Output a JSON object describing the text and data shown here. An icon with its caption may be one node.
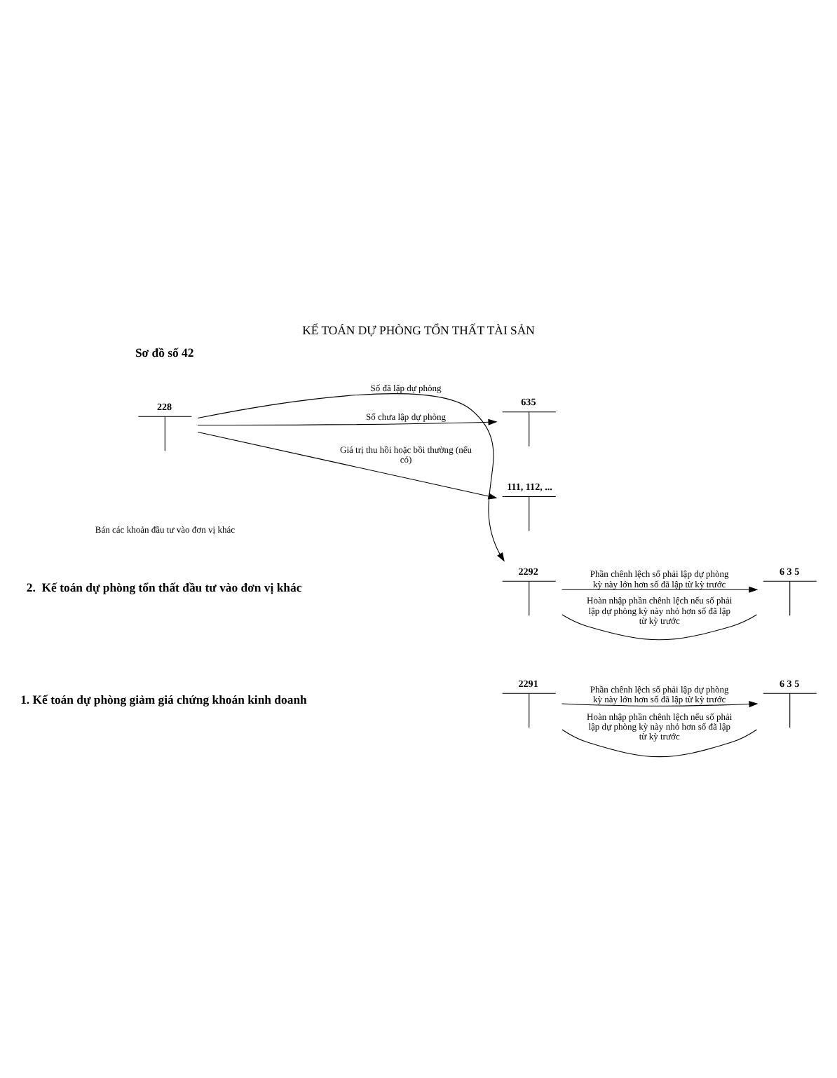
{
  "diagram": {
    "title": "KẾ TOÁN DỰ PHÒNG TỔN THẤT TÀI SẢN",
    "nodes": [
      {
        "text": [
          "2291"
        ]
      },
      {
        "text": [
          "6 3 5"
        ]
      },
      {
        "text": [
          "2292"
        ]
      },
      {
        "text": [
          "6 3 5"
        ]
      },
      {
        "text": [
          "228"
        ]
      },
      {
        "text": [
          "635"
        ]
      },
      {
        "text": [
          "111, 112, ..."
        ]
      }
    ],
    "edges": [
      {
        "from": 0,
        "to": 1,
        "arrow": "to",
        "label": "Phần chênh lệch số phải lập dự phòng kỳ này lớn hơn số đã lập từ kỳ trước"
      },
      {
        "from": 1,
        "to": 0,
        "arrow": "none",
        "label": "Hoàn nhập phần chênh lệch nếu số phải lập dự phòng kỳ này nhỏ hơn số đã lập từ kỳ trước"
      },
      {
        "from": 2,
        "to": 3,
        "arrow": "to",
        "label": "Phần chênh lệch số phải lập dự phòng kỳ này lớn hơn số đã lập từ kỳ trước"
      },
      {
        "from": 3,
        "to": 2,
        "arrow": "none",
        "label": "Hoàn nhập phần chênh lệch nếu số phải lập dự phòng kỳ này nhỏ hơn số đã lập từ kỳ trước"
      },
      {
        "from": 4,
        "to": 2,
        "arrow": "to",
        "label": "Số đã lập dự phòng"
      },
      {
        "from": 4,
        "to": 5,
        "arrow": "to",
        "label": "Số chưa lập dự phòng"
      },
      {
        "from": 4,
        "to": 6,
        "arrow": "to",
        "label": "Giá trị thu hồi hoặc bồi thường (nếu có)"
      }
    ],
    "labels": [
      "Sơ đồ số 42",
      "1. Kế toán dự phòng giảm giá chứng khoán kinh doanh",
      "2.  Kế toán dự phòng tổn thất đầu tư vào đơn vị khác",
      "Bán các khoản đầu tư vào đơn vị khác"
    ]
  }
}
